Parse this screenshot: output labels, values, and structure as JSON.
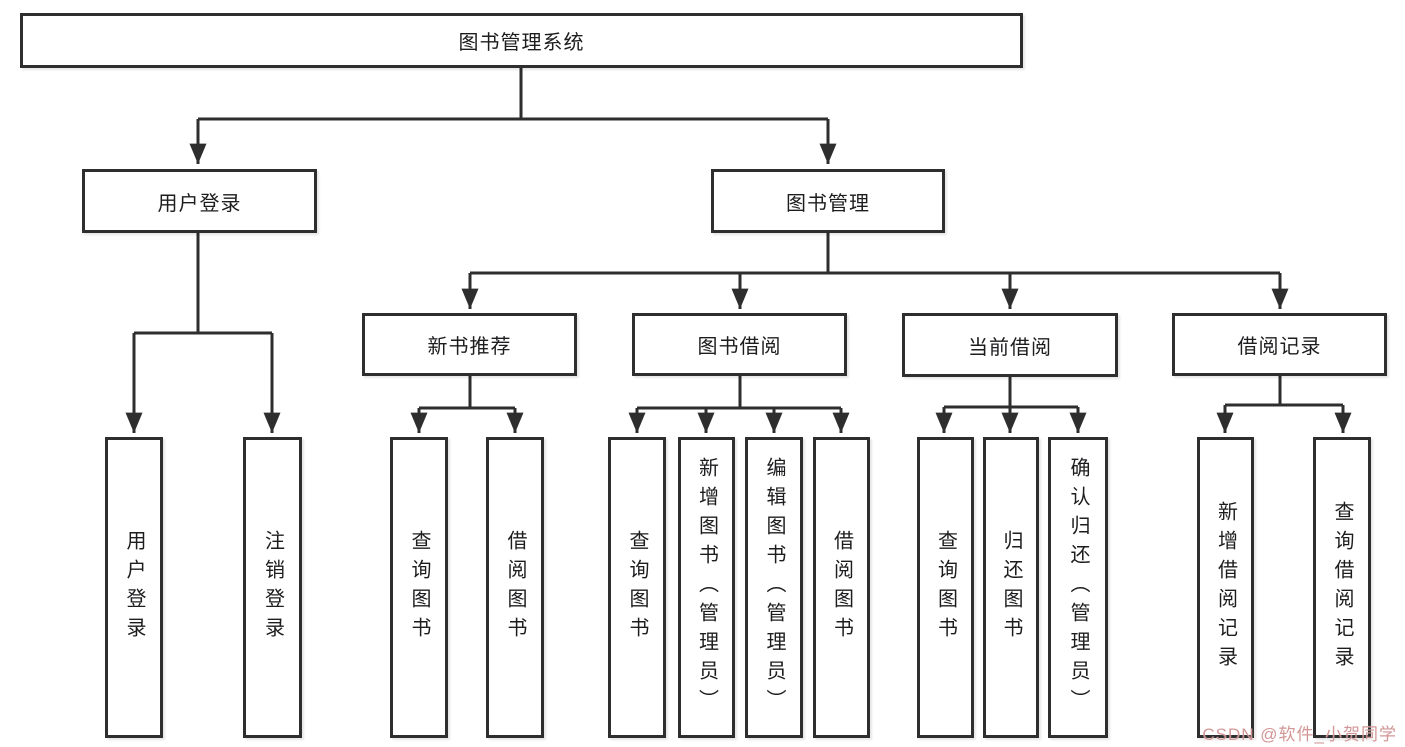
{
  "diagram_type": "hierarchy-tree",
  "colors": {
    "line": "#2e2e2e",
    "box_border": "#2e2e2e",
    "text": "#1d1d1f",
    "background": "#ffffff",
    "watermark": "#cf8d8d"
  },
  "nodes": {
    "root": {
      "label": "图书管理系统"
    },
    "userLogin": {
      "label": "用户登录"
    },
    "bookMgmt": {
      "label": "图书管理"
    },
    "newBookRec": {
      "label": "新书推荐"
    },
    "bookBorrow": {
      "label": "图书借阅"
    },
    "currentBorrow": {
      "label": "当前借阅"
    },
    "borrowRecords": {
      "label": "借阅记录"
    },
    "leafUserLogin": {
      "label": "用户登录"
    },
    "leafLogout": {
      "label": "注销登录"
    },
    "leafQueryBookRec": {
      "label": "查询图书"
    },
    "leafBorrowBookRec": {
      "label": "借阅图书"
    },
    "leafQueryBookBorrow": {
      "label": "查询图书"
    },
    "leafAddBook": {
      "label": "新增图书（管理员）"
    },
    "leafEditBook": {
      "label": "编辑图书（管理员）"
    },
    "leafBorrowBook": {
      "label": "借阅图书"
    },
    "leafQueryBookCur": {
      "label": "查询图书"
    },
    "leafReturnBook": {
      "label": "归还图书"
    },
    "leafConfirmReturn": {
      "label": "确认归还（管理员）"
    },
    "leafAddBorrowRecord": {
      "label": "新增借阅记录"
    },
    "leafQueryBorrowRecord": {
      "label": "查询借阅记录"
    }
  },
  "edges": [
    [
      "root",
      "userLogin"
    ],
    [
      "root",
      "bookMgmt"
    ],
    [
      "userLogin",
      "leafUserLogin"
    ],
    [
      "userLogin",
      "leafLogout"
    ],
    [
      "bookMgmt",
      "newBookRec"
    ],
    [
      "bookMgmt",
      "bookBorrow"
    ],
    [
      "bookMgmt",
      "currentBorrow"
    ],
    [
      "bookMgmt",
      "borrowRecords"
    ],
    [
      "newBookRec",
      "leafQueryBookRec"
    ],
    [
      "newBookRec",
      "leafBorrowBookRec"
    ],
    [
      "bookBorrow",
      "leafQueryBookBorrow"
    ],
    [
      "bookBorrow",
      "leafAddBook"
    ],
    [
      "bookBorrow",
      "leafEditBook"
    ],
    [
      "bookBorrow",
      "leafBorrowBook"
    ],
    [
      "currentBorrow",
      "leafQueryBookCur"
    ],
    [
      "currentBorrow",
      "leafReturnBook"
    ],
    [
      "currentBorrow",
      "leafConfirmReturn"
    ],
    [
      "borrowRecords",
      "leafAddBorrowRecord"
    ],
    [
      "borrowRecords",
      "leafQueryBorrowRecord"
    ]
  ],
  "watermark": {
    "text": "CSDN @软件_小贺同学"
  }
}
